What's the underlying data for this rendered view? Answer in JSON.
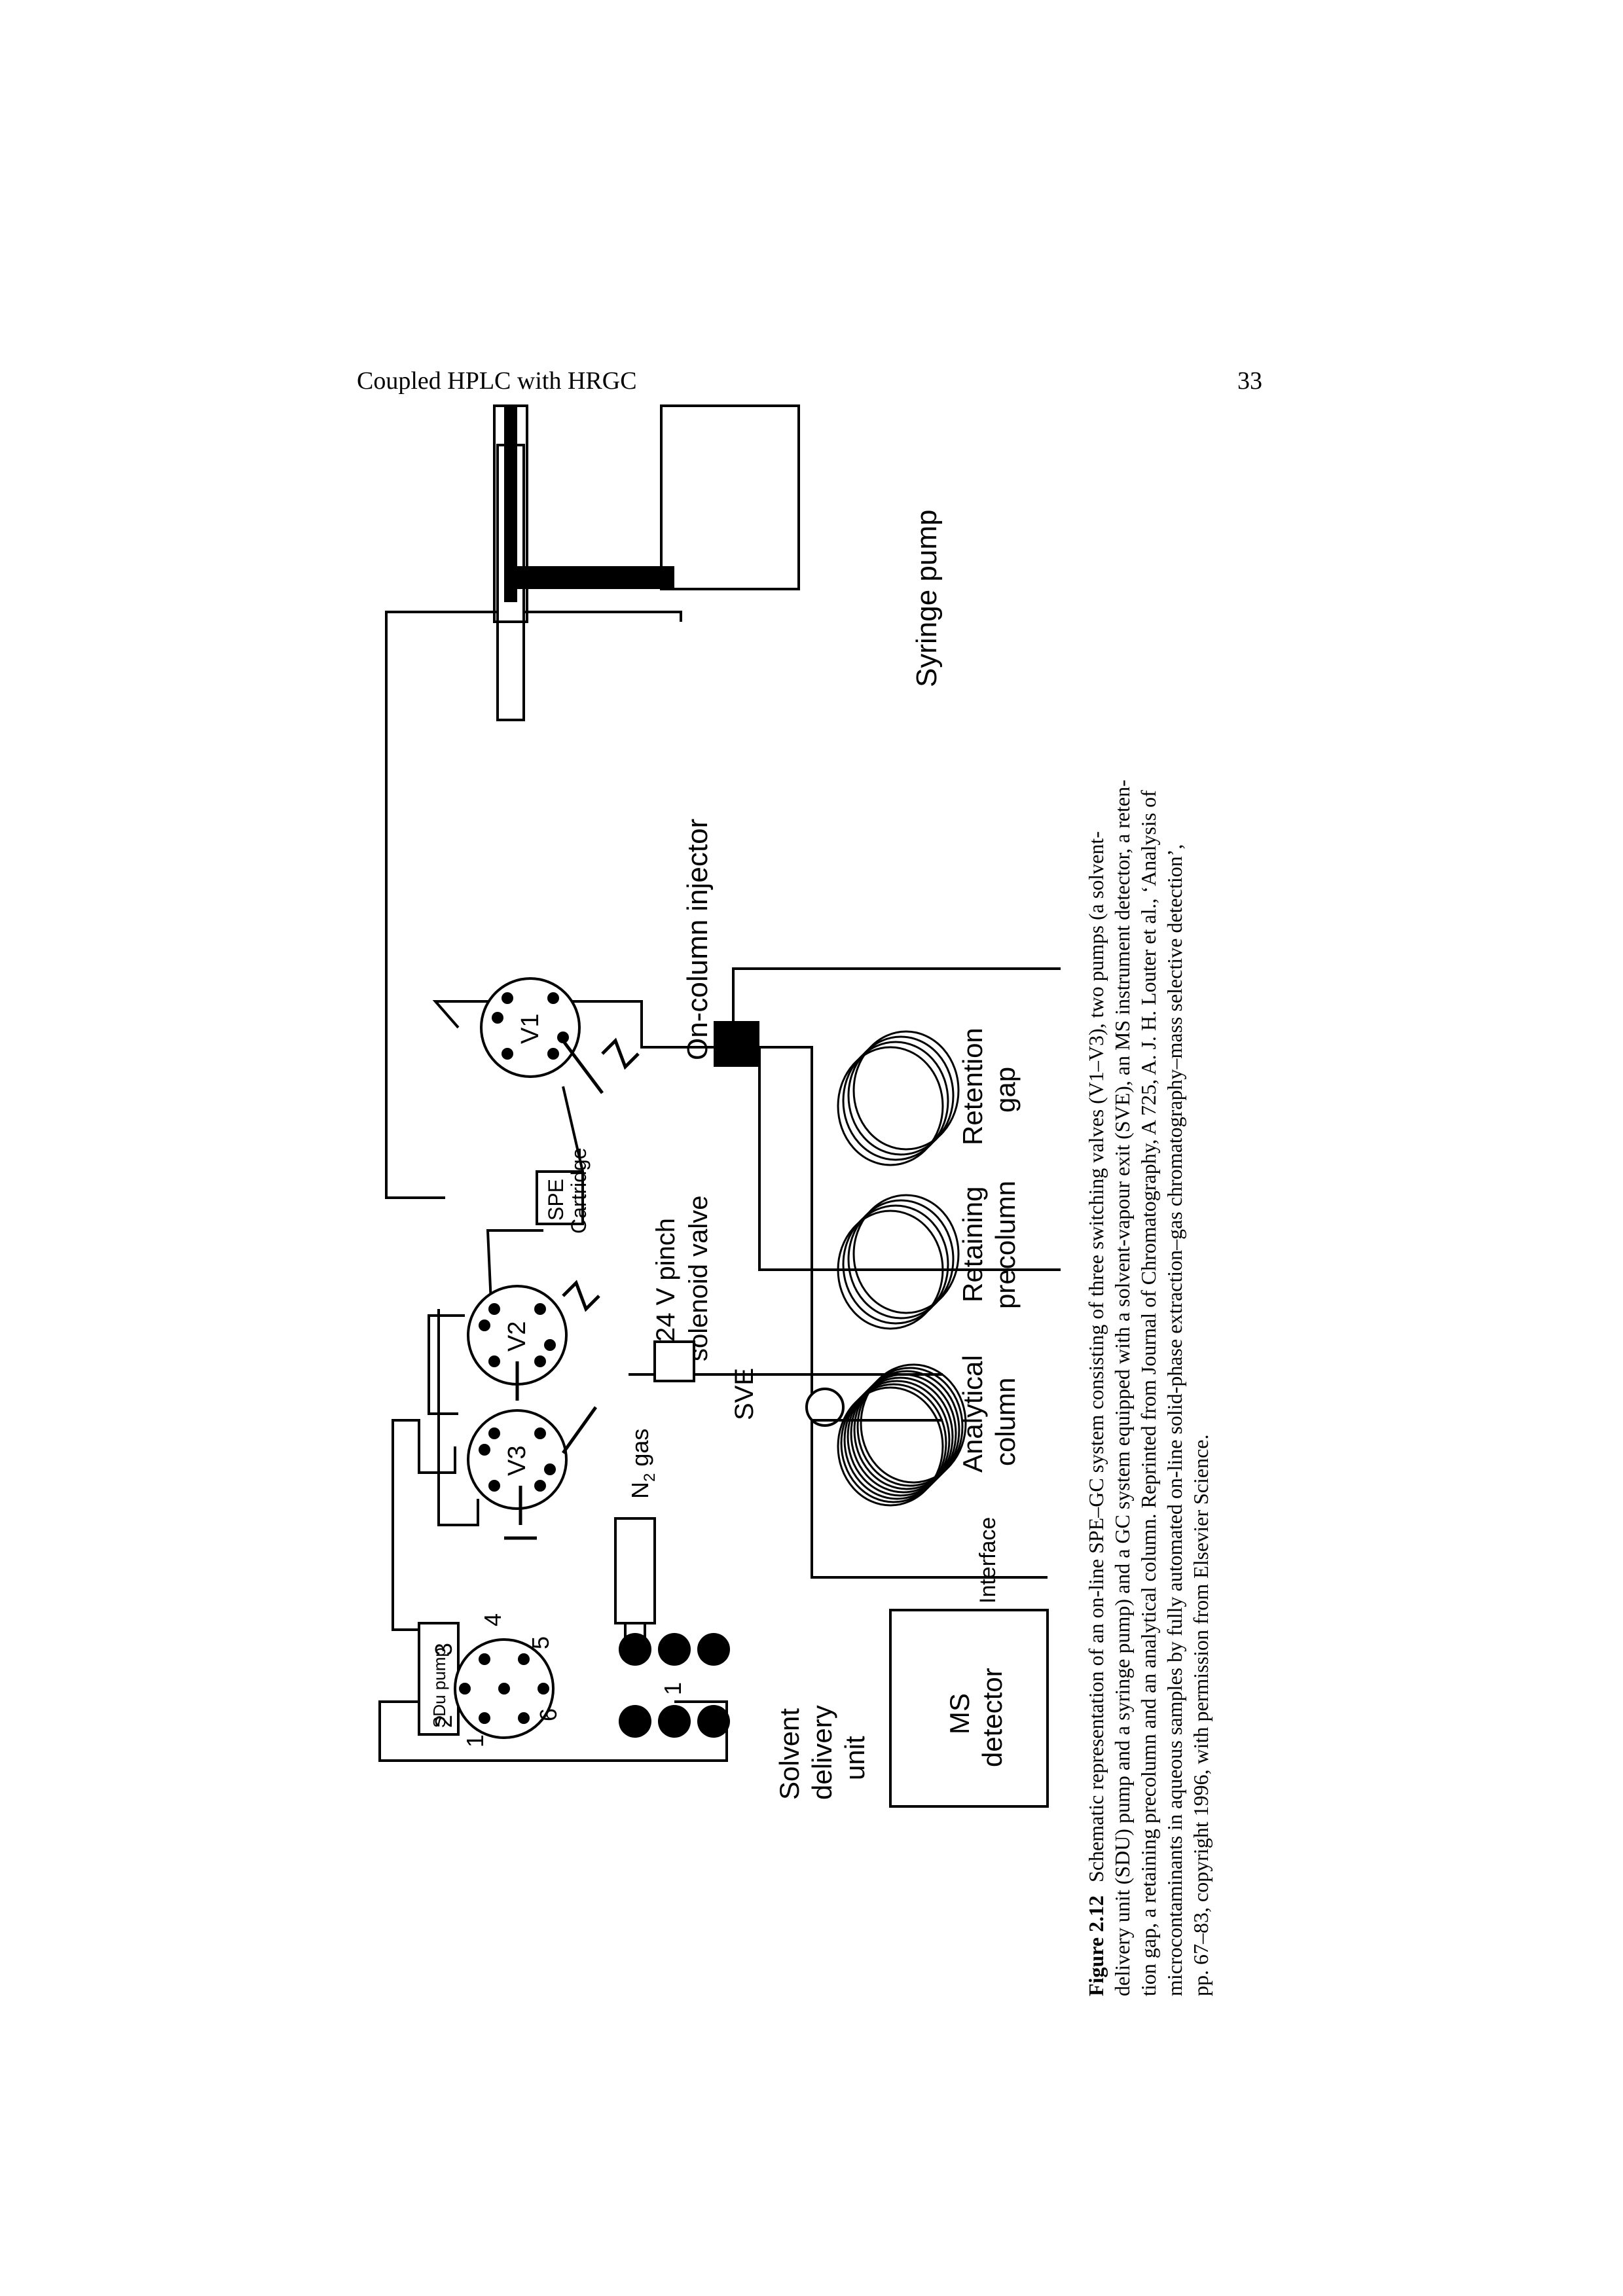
{
  "header": {
    "running_title": "Coupled HPLC with HRGC",
    "page_number": "33"
  },
  "figure": {
    "labels": {
      "syringe_pump": "Syringe pump",
      "on_column_injector": "On-column injector",
      "v1": "V1",
      "v2": "V2",
      "v3": "V3",
      "spe_cartridge_1": "SPE",
      "spe_cartridge_2": "Cartridge",
      "solenoid_1": "24 V pinch",
      "solenoid_2": "solenoid valve",
      "sve": "SVE",
      "n2_gas_main": "N",
      "n2_gas_sub": "2",
      "n2_gas_tail": " gas",
      "sdu_pump": "SDu pump",
      "interface": "Interface",
      "ms_detector_1": "MS",
      "ms_detector_2": "detector",
      "solvent_delivery_1": "Solvent",
      "solvent_delivery_2": "delivery",
      "solvent_delivery_3": "unit",
      "analytical_column_1": "Analytical",
      "analytical_column_2": "column",
      "retaining_precolumn_1": "Retaining",
      "retaining_precolumn_2": "precolumn",
      "retention_gap_1": "Retention",
      "retention_gap_2": "gap",
      "port_1": "1",
      "port_2": "2",
      "port_3": "3",
      "port_4": "4",
      "port_5": "5",
      "port_6": "6",
      "reservoir_1": "1"
    },
    "caption": {
      "label": "Figure 2.12",
      "lines": [
        "Schematic representation of an on-line SPE–GC system consisting of three switching valves (V1–V3), two pumps (a solvent-",
        "delivery unit (SDU) pump and a syringe pump) and a GC system equipped with a solvent-vapour exit (SVE), an MS instrument detector, a reten-",
        "tion gap, a retaining precolumn and an analytical column. Reprinted from Journal of Chromatography, A 725, A. J. H. Louter et al., ‘Analysis of",
        "microcontaminants in aqueous samples by fully automated on-line solid-phase extraction–gas chromatography–mass selective detection’,",
        "pp. 67–83, copyright 1996, with permission from Elsevier Science."
      ]
    }
  }
}
